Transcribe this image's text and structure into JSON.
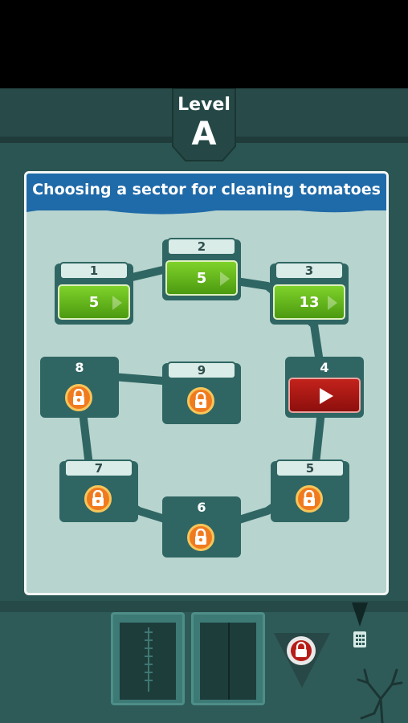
{
  "level": {
    "word": "Level",
    "letter": "A"
  },
  "panel": {
    "title": "Choosing a sector for cleaning tomatoes"
  },
  "nodes": [
    {
      "number": "1",
      "state": "completed",
      "score": "5"
    },
    {
      "number": "2",
      "state": "completed",
      "score": "5"
    },
    {
      "number": "3",
      "state": "completed",
      "score": "13"
    },
    {
      "number": "4",
      "state": "current",
      "action": "play"
    },
    {
      "number": "5",
      "state": "locked"
    },
    {
      "number": "6",
      "state": "locked"
    },
    {
      "number": "7",
      "state": "locked"
    },
    {
      "number": "8",
      "state": "locked"
    },
    {
      "number": "9",
      "state": "locked"
    }
  ],
  "colors": {
    "completed": "#6cbf21",
    "current": "#b0180f",
    "locked": "#f07b1f",
    "header": "#1f6aa8",
    "panel": "#b8d4cf",
    "node": "#2f6663"
  }
}
